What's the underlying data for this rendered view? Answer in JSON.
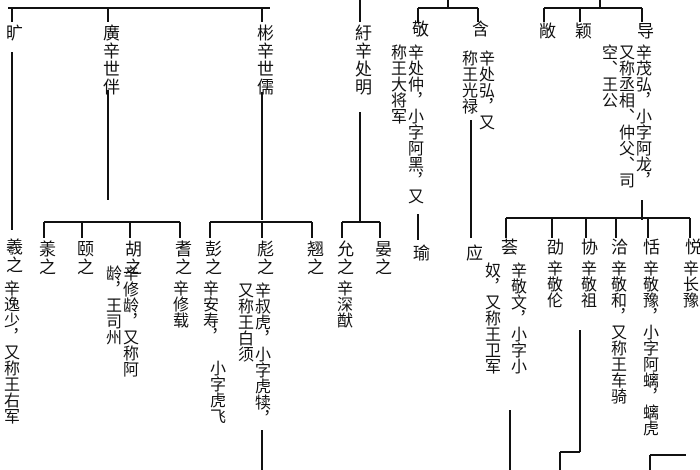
{
  "tree": {
    "top_row": {
      "kuang": "旷",
      "kuang_shi_jie": "廣辛世伴",
      "bin_shi_ru": "彬辛世儒",
      "shu": "紆辛处明",
      "jing": "敬",
      "jing_note": "辛处仲，小字阿黑，又称王大将军",
      "han": "含",
      "han_note": "辛处弘，又称王光禄",
      "chang": "敞",
      "ying_top": "颖",
      "dao": "导",
      "dao_note": "辛茂弘，小字阿龙，又称丞相、仲父、司空、王公"
    },
    "bottom_row": {
      "xian": "羲之",
      "xian_note": "辛逸少，又称王右军",
      "yi": "羕之",
      "yi2": "颐之",
      "hu": "胡之",
      "hu_note": "辛修龄，又称阿龄，王司州",
      "qi": "耆之",
      "qi_note": "辛修载",
      "peng": "彭之",
      "peng_note": "辛安寿，",
      "biao": "彪之",
      "biao_note": "辛叔虎，小字虎犊，又称王白须",
      "biao_note2": "小字虎飞",
      "xing": "翘之",
      "yun": "允之",
      "yun_note": "辛深猷",
      "yan": "晏之",
      "yu": "瑜",
      "ying": "应",
      "qian": "荟",
      "qian_note1": "辛敬文，小字小",
      "qian_note2": "奴，又称王卫军",
      "shao": "劭",
      "shao_note": "辛敬伦",
      "xie": "协",
      "xie_note": "辛敬祖",
      "qia": "洽",
      "qia_note": "辛敬和，又称王车骑",
      "tian": "恬",
      "tian_note": "辛敬豫，小字阿螭，螭虎",
      "yue": "悦",
      "yue_note": "辛长豫"
    }
  }
}
